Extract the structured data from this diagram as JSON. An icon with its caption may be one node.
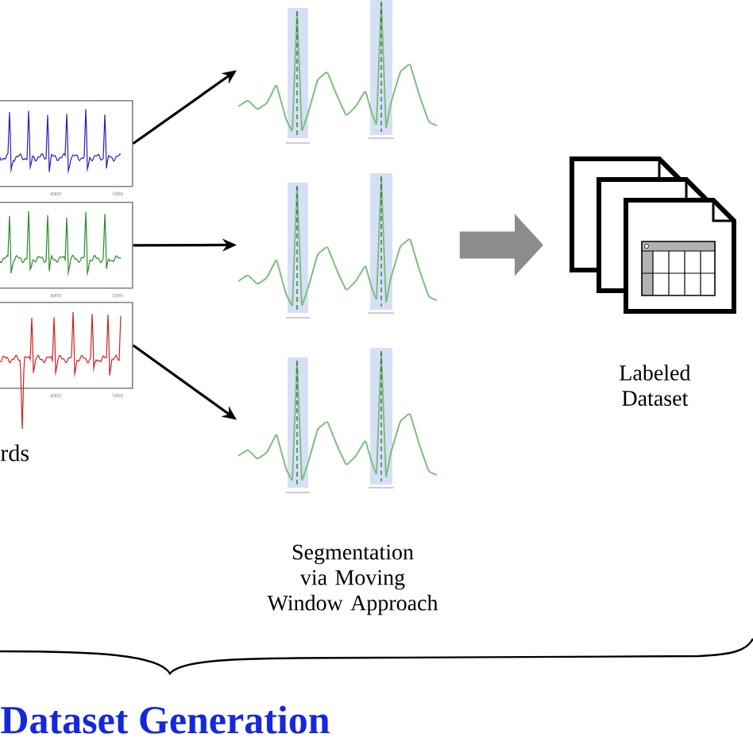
{
  "diagram": {
    "nodes": [
      {
        "text": [
          "4000",
          "5000"
        ]
      },
      {
        "text": [
          "4000",
          "5000"
        ]
      },
      {
        "text": [
          "4000",
          "5000"
        ]
      },
      {
        "text": [],
        "shape": "picture"
      },
      {
        "text": [],
        "shape": "picture"
      },
      {
        "text": [],
        "shape": "picture"
      },
      {
        "text": [],
        "shape": "document",
        "beside": [
          "Labeled Dataset"
        ]
      }
    ],
    "edges": [
      {
        "from": 0,
        "to": 3,
        "arrow": "to"
      },
      {
        "from": 1,
        "to": 4,
        "arrow": "to"
      },
      {
        "from": 2,
        "to": 5,
        "arrow": "to"
      },
      {
        "from": 4,
        "to": 6,
        "arrow": "to",
        "style": "thick",
        "color": "#8c8c8c"
      }
    ],
    "labels": [
      "rds",
      "Segmentation via Moving Window Approach",
      "Dataset Generation"
    ]
  }
}
